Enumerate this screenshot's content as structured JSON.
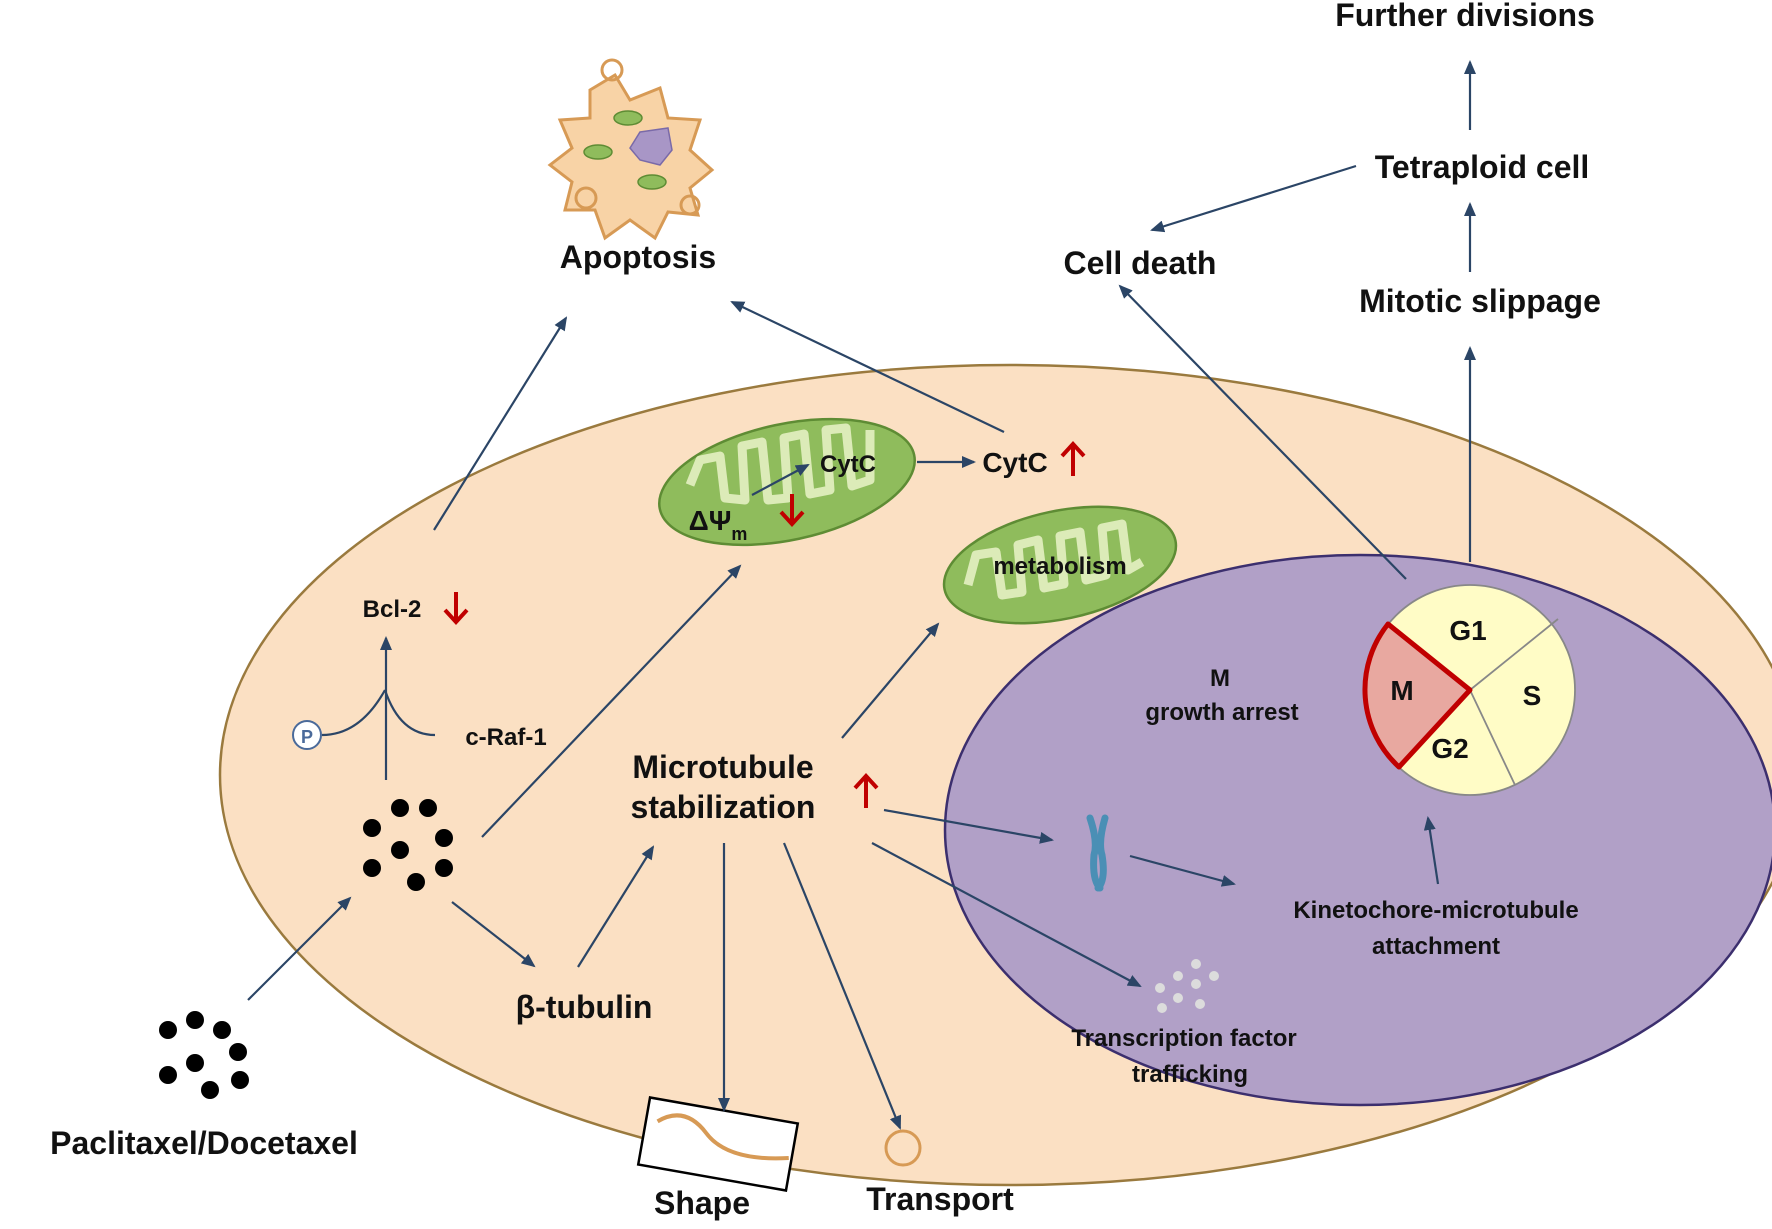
{
  "labels": {
    "apoptosis": "Apoptosis",
    "further_divisions": "Further divisions",
    "tetraploid_cell": "Tetraploid cell",
    "cell_death": "Cell death",
    "mitotic_slippage": "Mitotic slippage",
    "cytc_inner": "CytC",
    "cytc_outer": "CytC",
    "delta_psi": "ΔΨ",
    "delta_psi_sub": "m",
    "metabolism": "metabolism",
    "bcl2": "Bcl-2",
    "phospho": "P",
    "craf1": "c-Raf-1",
    "microtubule_line1": "Microtubule",
    "microtubule_line2": "stabilization",
    "beta_tubulin": "β-tubulin",
    "m_growth_line1": "M",
    "m_growth_line2": "growth arrest",
    "kinetochore_line1": "Kinetochore-microtubule",
    "kinetochore_line2": "attachment",
    "transcription_line1": "Transcription factor",
    "transcription_line2": "trafficking",
    "drug": "Paclitaxel/Docetaxel",
    "shape": "Shape",
    "transport": "Transport"
  },
  "cell_cycle": {
    "phases": [
      "G1",
      "S",
      "G2",
      "M"
    ],
    "highlighted_phase": "M"
  },
  "colors": {
    "cell_fill": "#fbe0c3",
    "cell_stroke": "#9a7a3e",
    "nucleus_fill": "#b1a0c7",
    "nucleus_stroke": "#3c2f6e",
    "mito_fill": "#8fbc5c",
    "mito_stroke": "#5e8c34",
    "cycle_fill": "#fffcc6",
    "m_phase_fill": "#e8a8a0",
    "m_phase_stroke": "#c00000",
    "arrow": "#2b4566",
    "up_down_arrow": "#c00000"
  }
}
